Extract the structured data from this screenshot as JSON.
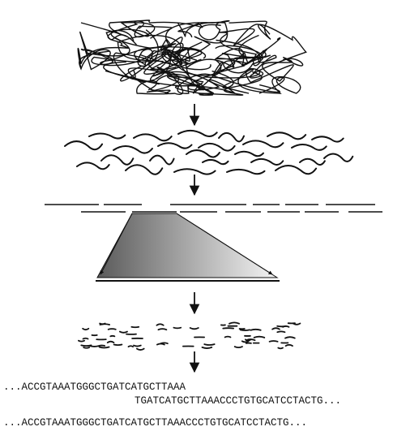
{
  "steps": {
    "genomic_dna": "genome-tangle",
    "random_fragments": "fragments",
    "clone_library": "clone-library",
    "insert_expansion": "insert",
    "sequencing_reads": "reads",
    "assembly": "assembly"
  },
  "sequences": {
    "read_1": "...ACCGTAAATGGGCTGATCATGCTTAAA",
    "read_2": "TGATCATGCTTAAACCCTGTGCATCCTACTG...",
    "consensus": "...ACCGTAAATGGGCTGATCATGCTTAAACCCTGTGCATCCTACTG..."
  },
  "colors": {
    "ink": "#111111",
    "gradient_dark": "#555555",
    "gradient_light": "#ffffff"
  }
}
